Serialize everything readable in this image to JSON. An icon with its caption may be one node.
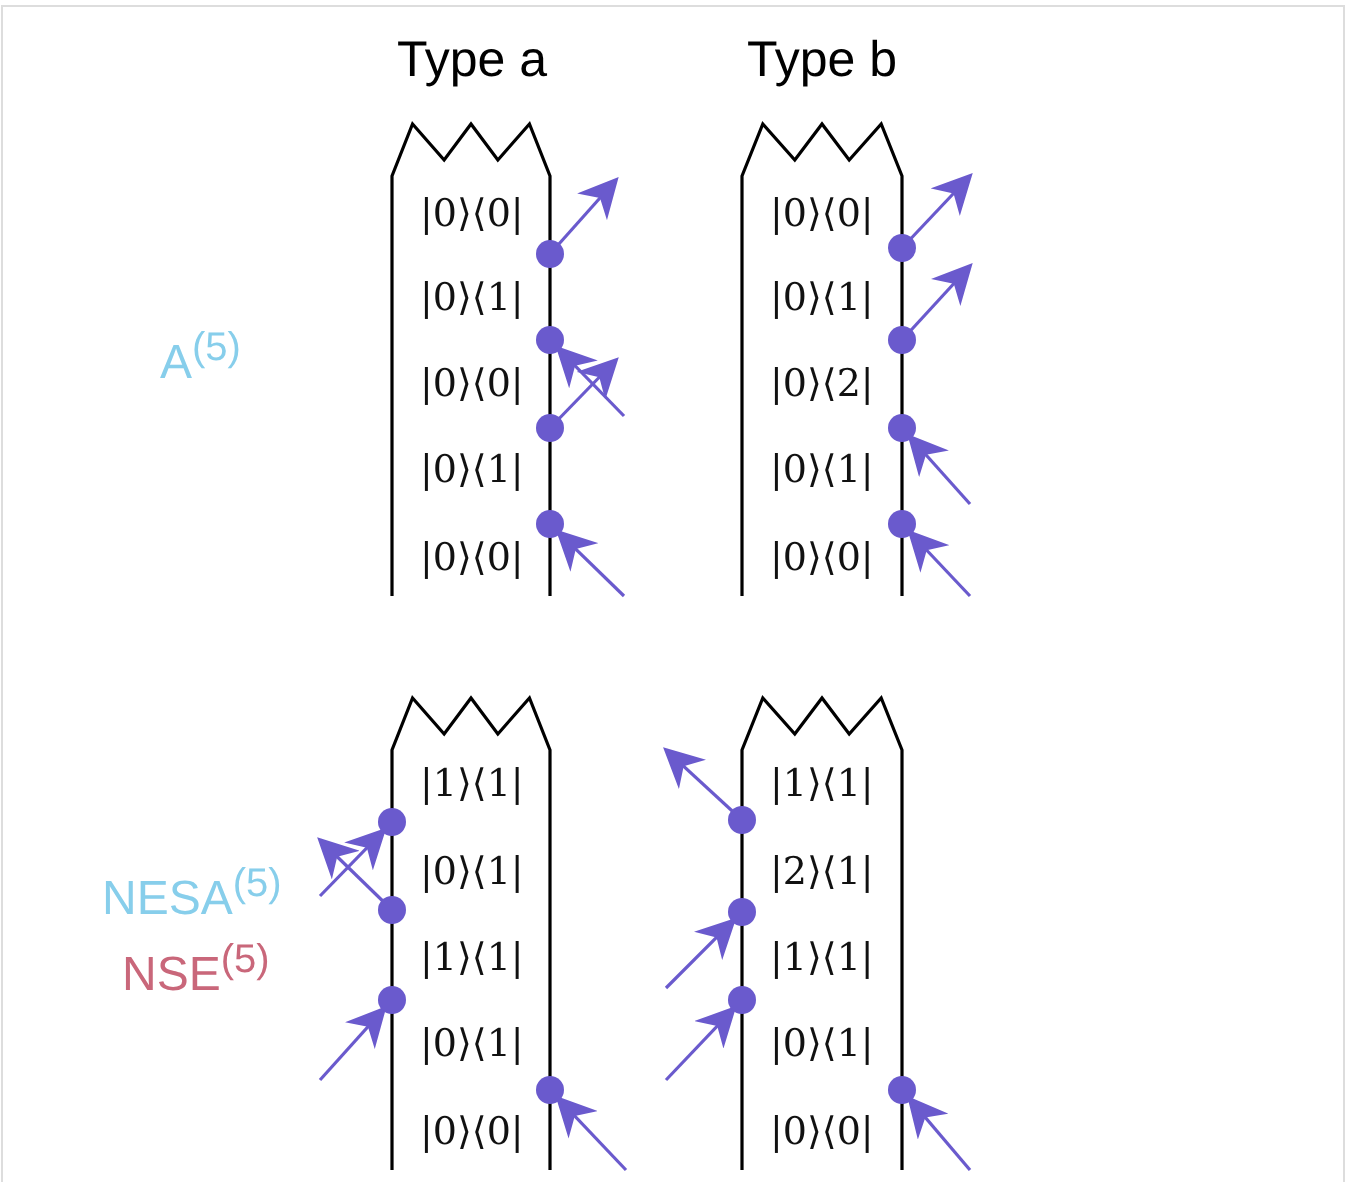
{
  "diagram": {
    "labels": [
      "Type a",
      "Type b",
      "|0⟩⟨0|",
      "|0⟩⟨1|",
      "|0⟩⟨0|",
      "|0⟩⟨1|",
      "|0⟩⟨0|",
      "|0⟩⟨0|",
      "|0⟩⟨1|",
      "|0⟩⟨2|",
      "|0⟩⟨1|",
      "|0⟩⟨0|",
      "A$^{(5)}$",
      "|1⟩⟨1|",
      "|0⟩⟨1|",
      "|1⟩⟨1|",
      "|0⟩⟨1|",
      "|0⟩⟨0|",
      "|1⟩⟨1|",
      "|2⟩⟨1|",
      "|1⟩⟨1|",
      "|0⟩⟨1|",
      "|0⟩⟨0|",
      "NESA$^{(5)}$",
      "NSE$^{(5)}$"
    ]
  }
}
